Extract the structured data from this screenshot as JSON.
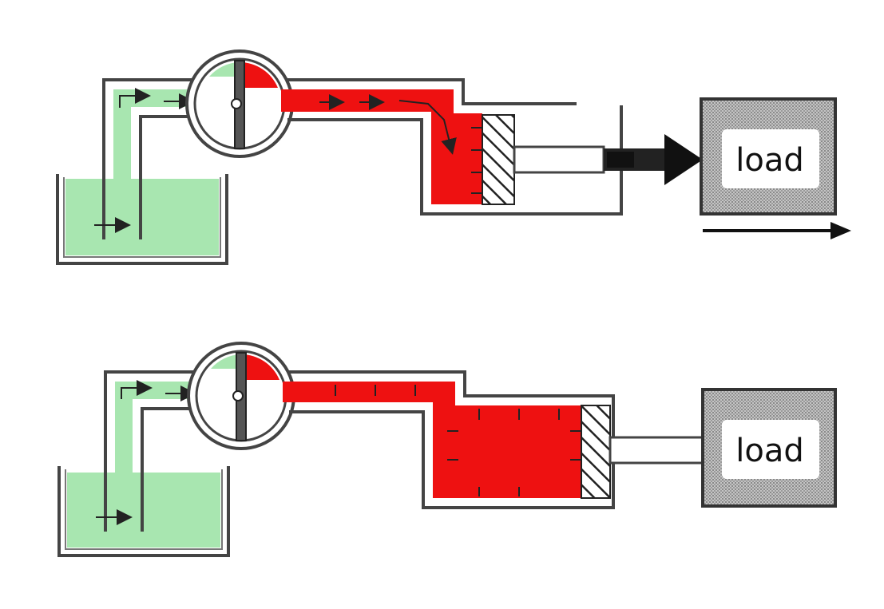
{
  "diagram": {
    "colors": {
      "suction_fluid": "#a8e6b0",
      "pressure_fluid": "#ee1111",
      "pipe_wall": "#444444",
      "load_fill": "#bdbdbd",
      "background": "#ffffff"
    },
    "panels": [
      {
        "state": "extending",
        "load_label": "load",
        "motion_arrow": true
      },
      {
        "state": "extended",
        "load_label": "load",
        "motion_arrow": false
      }
    ]
  }
}
